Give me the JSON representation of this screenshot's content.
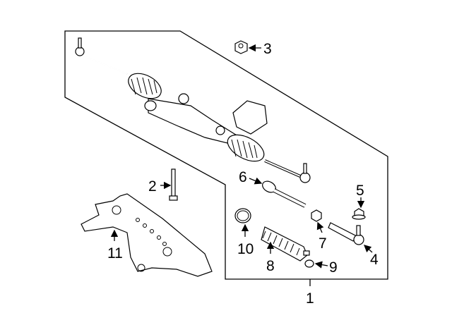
{
  "diagram": {
    "callouts": [
      {
        "id": "1",
        "text": "1"
      },
      {
        "id": "2",
        "text": "2"
      },
      {
        "id": "3",
        "text": "3"
      },
      {
        "id": "4",
        "text": "4"
      },
      {
        "id": "5",
        "text": "5"
      },
      {
        "id": "6",
        "text": "6"
      },
      {
        "id": "7",
        "text": "7"
      },
      {
        "id": "8",
        "text": "8"
      },
      {
        "id": "9",
        "text": "9"
      },
      {
        "id": "10",
        "text": "10"
      },
      {
        "id": "11",
        "text": "11"
      }
    ],
    "line_color": "#000000",
    "background": "#ffffff"
  }
}
